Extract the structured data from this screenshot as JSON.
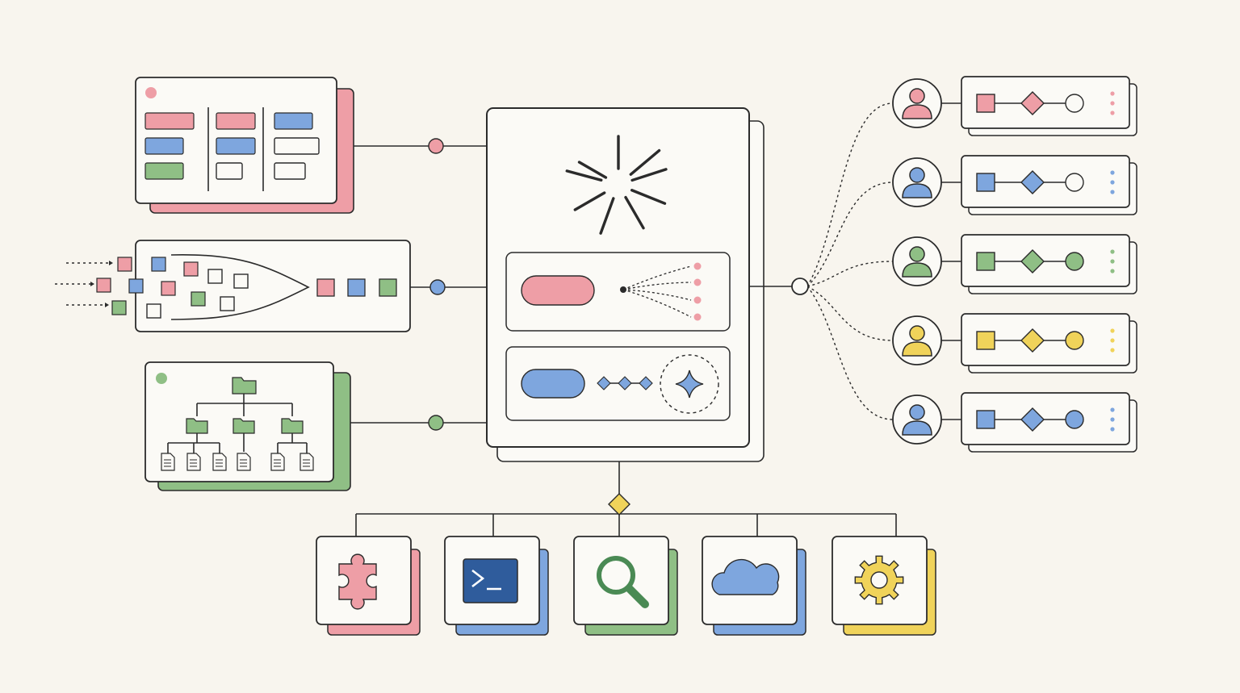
{
  "colors": {
    "background": "#f8f5ee",
    "ink": "#2b2b2b",
    "pink": "#ee9ea6",
    "blue": "#7ea6de",
    "green": "#8fbf85",
    "yellow": "#f0d35a",
    "navy": "#2f5c9c"
  },
  "inputs": [
    {
      "kind": "kanban-board",
      "accent": "pink"
    },
    {
      "kind": "funnel-stream",
      "accent": "blue"
    },
    {
      "kind": "folder-tree",
      "accent": "green"
    }
  ],
  "hub": {
    "icon": "sparkle-burst-icon",
    "panels": [
      {
        "kind": "fan-out",
        "accent": "pink"
      },
      {
        "kind": "sequence",
        "accent": "blue",
        "icon": "four-point-star-icon"
      }
    ]
  },
  "agents": [
    {
      "accent": "pink",
      "icon": "user-icon"
    },
    {
      "accent": "blue",
      "icon": "user-icon"
    },
    {
      "accent": "green",
      "icon": "user-icon"
    },
    {
      "accent": "yellow",
      "icon": "user-icon"
    },
    {
      "accent": "blue",
      "icon": "user-icon"
    }
  ],
  "tools": [
    {
      "icon": "puzzle-icon",
      "accent": "pink"
    },
    {
      "icon": "terminal-icon",
      "accent": "blue"
    },
    {
      "icon": "search-icon",
      "accent": "green"
    },
    {
      "icon": "cloud-icon",
      "accent": "blue"
    },
    {
      "icon": "gear-icon",
      "accent": "yellow"
    }
  ]
}
